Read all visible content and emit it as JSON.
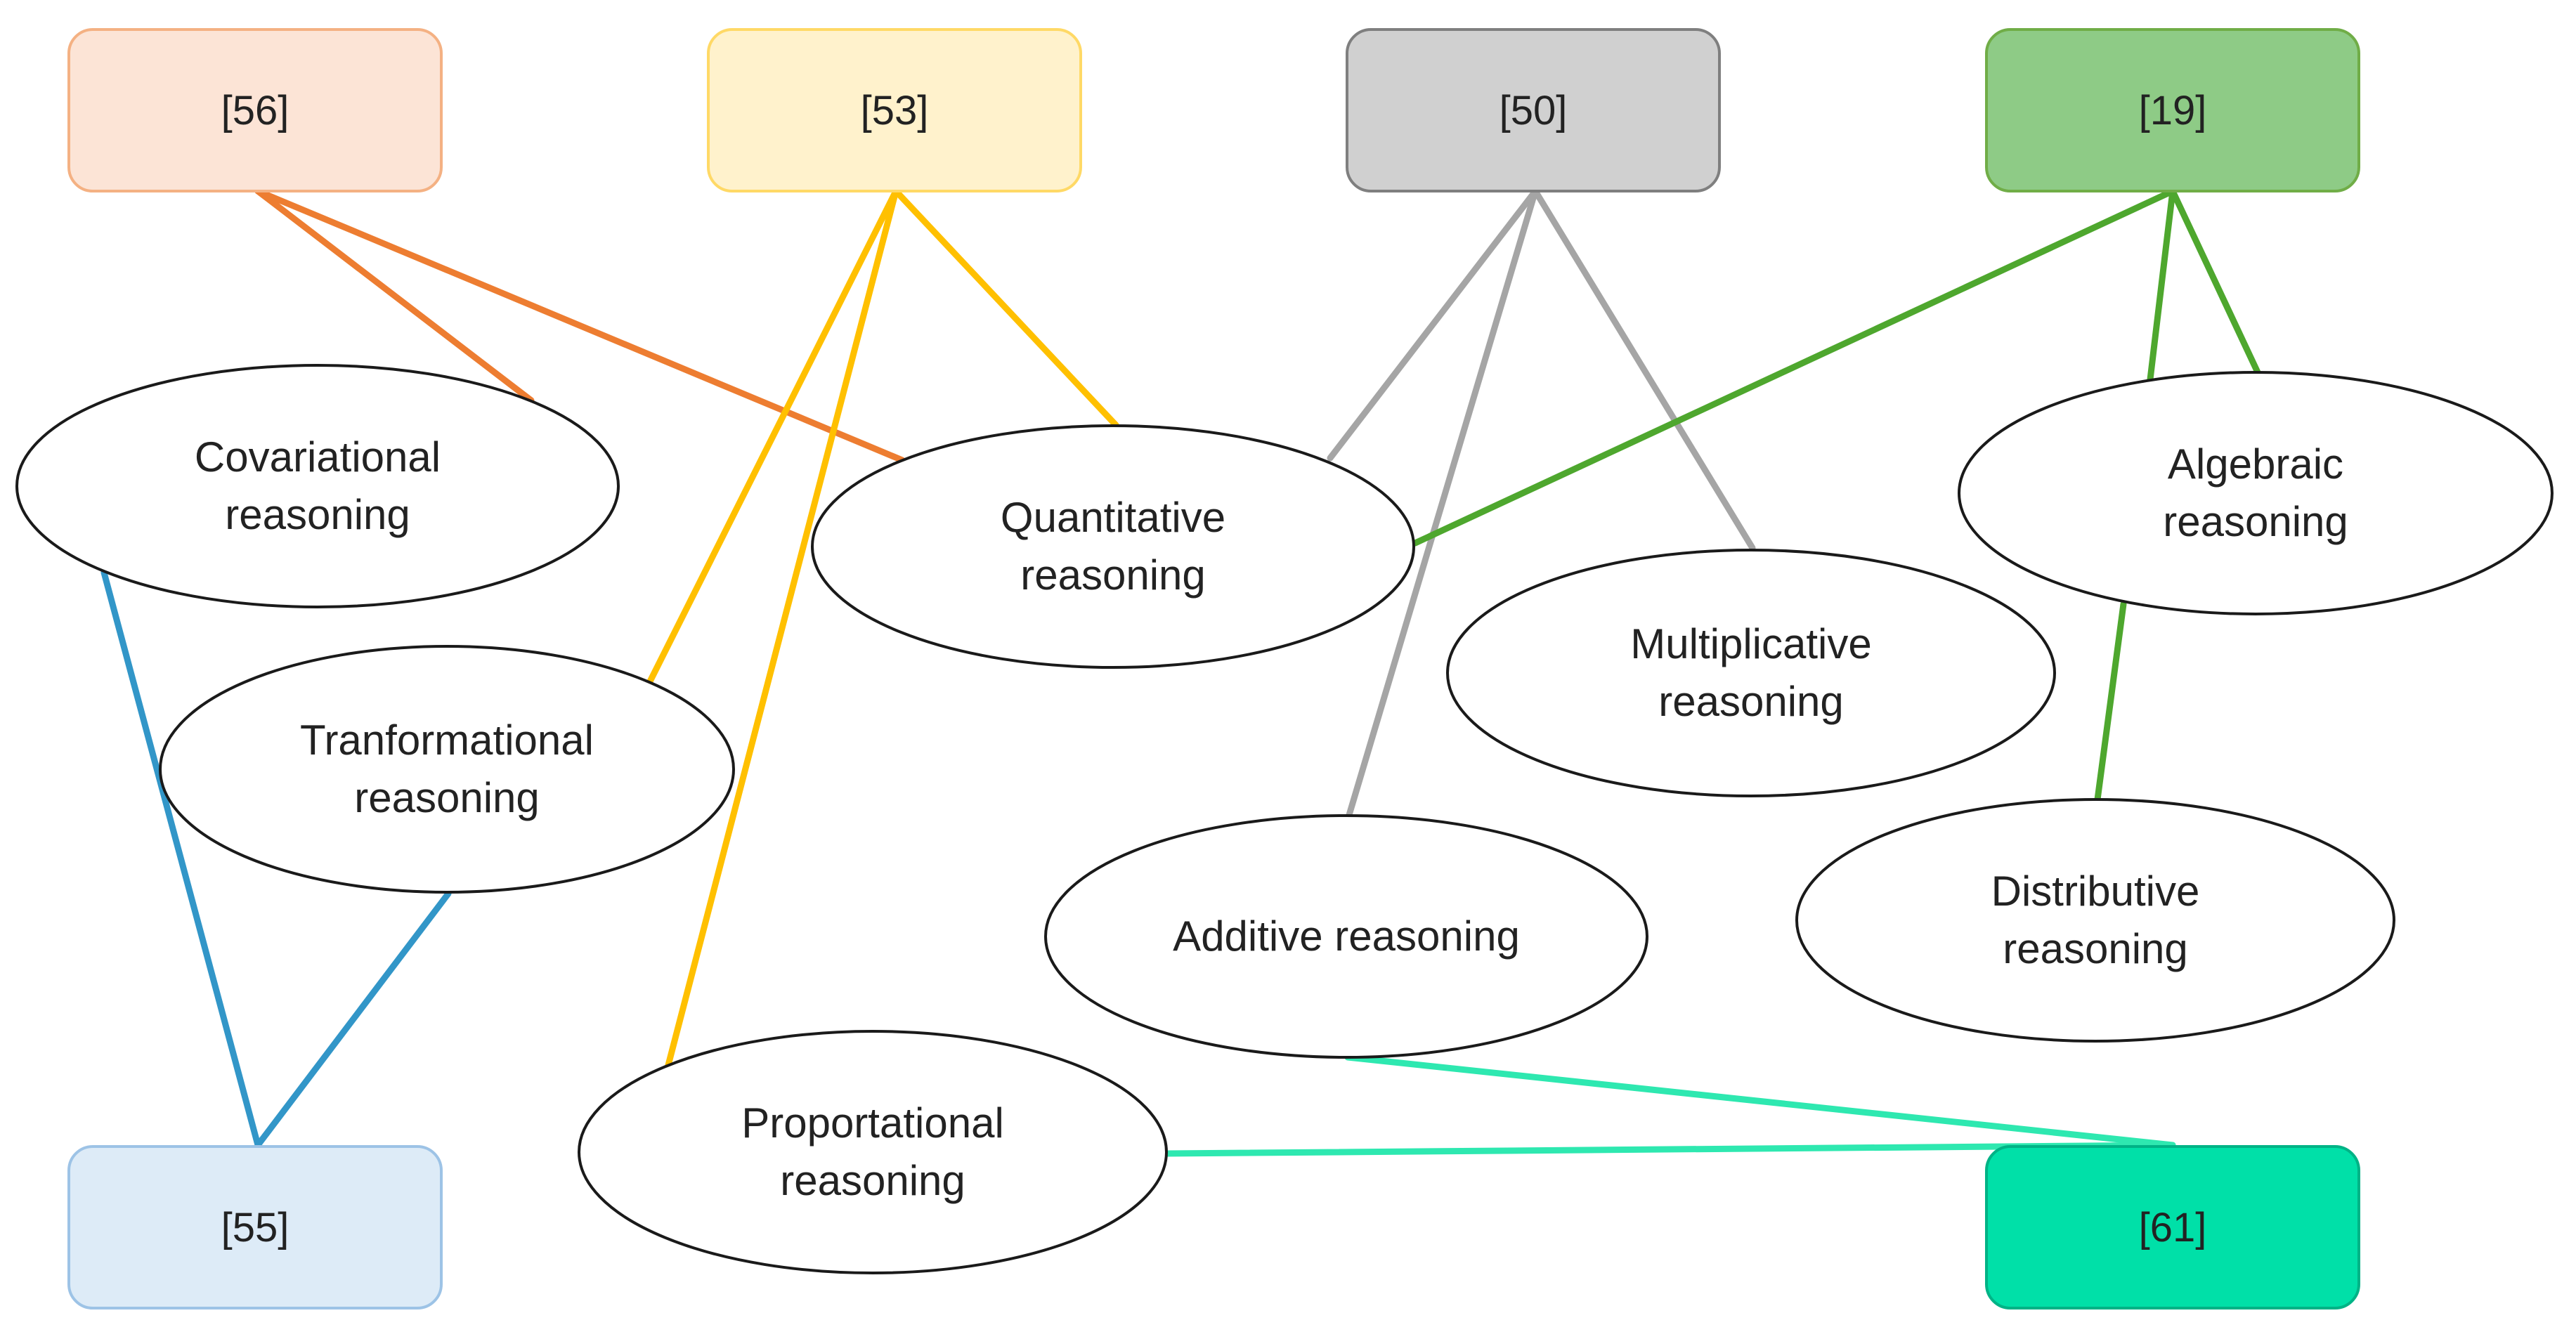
{
  "sources": [
    {
      "id": "s56",
      "label": "[56]",
      "fill": "#FCE4D6",
      "stroke": "#F4B183"
    },
    {
      "id": "s53",
      "label": "[53]",
      "fill": "#FFF2CC",
      "stroke": "#FFD966"
    },
    {
      "id": "s50",
      "label": "[50]",
      "fill": "#D0D0D0",
      "stroke": "#7F7F7F"
    },
    {
      "id": "s19",
      "label": "[19]",
      "fill": "#8ECB86",
      "stroke": "#70AD47"
    },
    {
      "id": "s55",
      "label": "[55]",
      "fill": "#DDEBF7",
      "stroke": "#9DC3E6"
    },
    {
      "id": "s61",
      "label": "[61]",
      "fill": "#00E0A8",
      "stroke": "#00B386"
    }
  ],
  "concepts": [
    {
      "id": "covariational",
      "lines": [
        "Covariational",
        "reasoning"
      ]
    },
    {
      "id": "quantitative",
      "lines": [
        "Quantitative",
        "reasoning"
      ]
    },
    {
      "id": "algebraic",
      "lines": [
        "Algebraic",
        "reasoning"
      ]
    },
    {
      "id": "multiplicative",
      "lines": [
        "Multiplicative",
        "reasoning"
      ]
    },
    {
      "id": "tranformational",
      "lines": [
        "Tranformational",
        "reasoning"
      ]
    },
    {
      "id": "additive",
      "lines": [
        "Additive reasoning"
      ]
    },
    {
      "id": "distributive",
      "lines": [
        "Distributive",
        "reasoning"
      ]
    },
    {
      "id": "proportational",
      "lines": [
        "Proportational",
        "reasoning"
      ]
    }
  ],
  "connections": [
    {
      "from": "s56",
      "to": "covariational",
      "color": "#ED7D31"
    },
    {
      "from": "s56",
      "to": "quantitative",
      "color": "#ED7D31"
    },
    {
      "from": "s53",
      "to": "quantitative",
      "color": "#FFC000"
    },
    {
      "from": "s53",
      "to": "tranformational",
      "color": "#FFC000"
    },
    {
      "from": "s53",
      "to": "proportational",
      "color": "#FFC000"
    },
    {
      "from": "s50",
      "to": "quantitative",
      "color": "#A5A5A5"
    },
    {
      "from": "s50",
      "to": "multiplicative",
      "color": "#A5A5A5"
    },
    {
      "from": "s50",
      "to": "additive",
      "color": "#A5A5A5"
    },
    {
      "from": "s19",
      "to": "quantitative",
      "color": "#4EA72E"
    },
    {
      "from": "s19",
      "to": "algebraic",
      "color": "#4EA72E"
    },
    {
      "from": "s19",
      "to": "distributive",
      "color": "#4EA72E"
    },
    {
      "from": "s55",
      "to": "covariational",
      "color": "#3296C8"
    },
    {
      "from": "s55",
      "to": "tranformational",
      "color": "#3296C8"
    },
    {
      "from": "s61",
      "to": "additive",
      "color": "#2EE8B0"
    },
    {
      "from": "s61",
      "to": "proportational",
      "color": "#2EE8B0"
    }
  ]
}
